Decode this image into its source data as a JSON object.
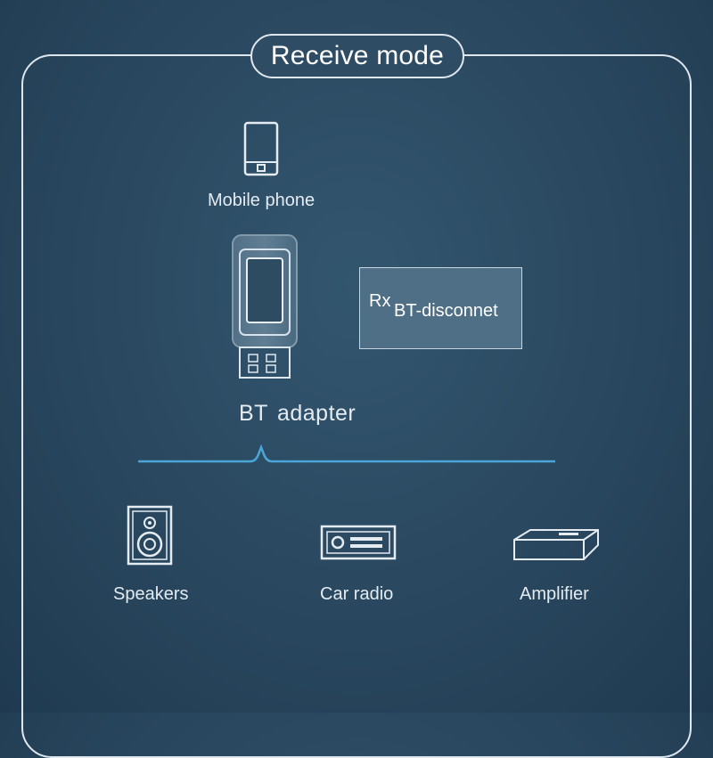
{
  "title": "Receive mode",
  "top_device": {
    "icon": "mobile-phone-icon",
    "label": "Mobile phone"
  },
  "adapter": {
    "icon": "usb-bt-adapter-icon",
    "label_a": "BT",
    "label_b": "adapter"
  },
  "display": {
    "mode": "Rx",
    "status": "BT-disconnet"
  },
  "outputs": [
    {
      "icon": "speaker-icon",
      "label": "Speakers"
    },
    {
      "icon": "car-radio-icon",
      "label": "Car radio"
    },
    {
      "icon": "amplifier-icon",
      "label": "Amplifier"
    }
  ],
  "colors": {
    "background": "#2b4a62",
    "accent_line": "#4aa6d6",
    "outline": "#dfe7ee"
  }
}
